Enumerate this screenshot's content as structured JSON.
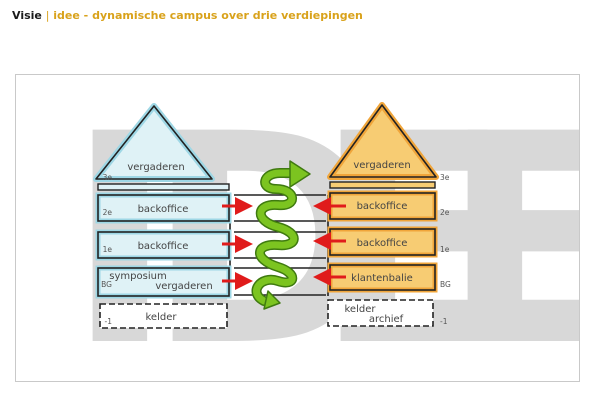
{
  "header": {
    "title": "Visie",
    "separator": "|",
    "subtitle": "idee - dynamische campus over drie verdiepingen"
  },
  "diagram": {
    "watermark": [
      "I",
      "D",
      "E",
      "E"
    ],
    "floors": [
      "3e",
      "2e",
      "1e",
      "BG",
      "-1"
    ],
    "left_building": {
      "roof": "vergaderen",
      "floor_2e": "backoffice",
      "floor_1e": "backoffice",
      "floor_bg_line1": "symposium",
      "floor_bg_line2": "vergaderen",
      "basement": "kelder"
    },
    "right_building": {
      "roof": "vergaderen",
      "floor_2e": "backoffice",
      "floor_1e": "backoffice",
      "floor_bg": "klantenbalie",
      "basement_line1": "kelder",
      "basement_line2": "archief"
    },
    "colors": {
      "left_fill": "#dff2f6",
      "left_glow": "#9ed7e5",
      "right_fill": "#f7cc73",
      "right_glow": "#f0a53a",
      "arrow_red": "#e01b1b",
      "spiral_green": "#7cc420",
      "watermark": "#d8d8d8",
      "accent": "#d9a21b"
    }
  }
}
